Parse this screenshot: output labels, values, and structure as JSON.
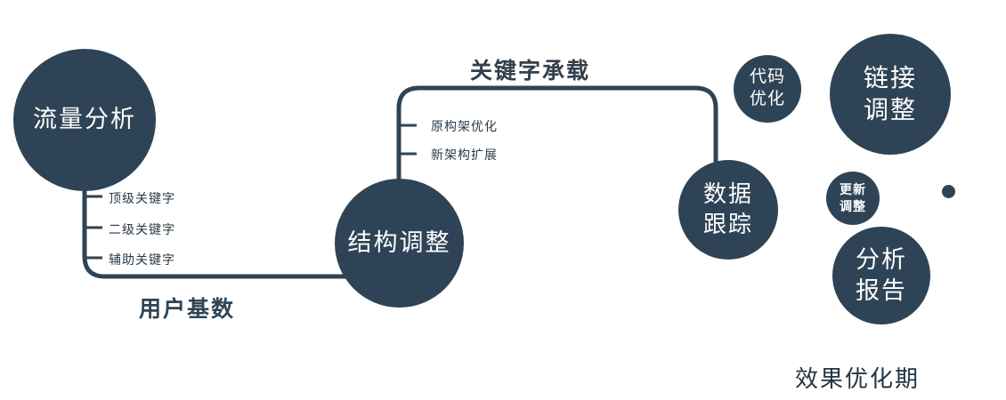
{
  "diagram": {
    "nodes": {
      "traffic_analysis": {
        "label": "流量分析"
      },
      "structure_adjust": {
        "label": "结构调整"
      },
      "data_tracking": {
        "line1": "数据",
        "line2": "跟踪"
      },
      "code_optimize": {
        "line1": "代码",
        "line2": "优化"
      },
      "link_adjust": {
        "line1": "链接",
        "line2": "调整"
      },
      "update_adjust": {
        "line1": "更新",
        "line2": "调整"
      },
      "analysis_report": {
        "line1": "分析",
        "line2": "报告"
      }
    },
    "edge_labels": {
      "user_base": "用户基数",
      "keyword_carry": "关键字承载"
    },
    "branch_labels": {
      "traffic": [
        "顶级关键字",
        "二级关键字",
        "辅助关键字"
      ],
      "structure": [
        "原构架优化",
        "新架构扩展"
      ]
    },
    "caption": "效果优化期",
    "colors": {
      "primary": "#2e4456",
      "text_on_node": "#ffffff",
      "label_text": "#2b3a46"
    }
  }
}
